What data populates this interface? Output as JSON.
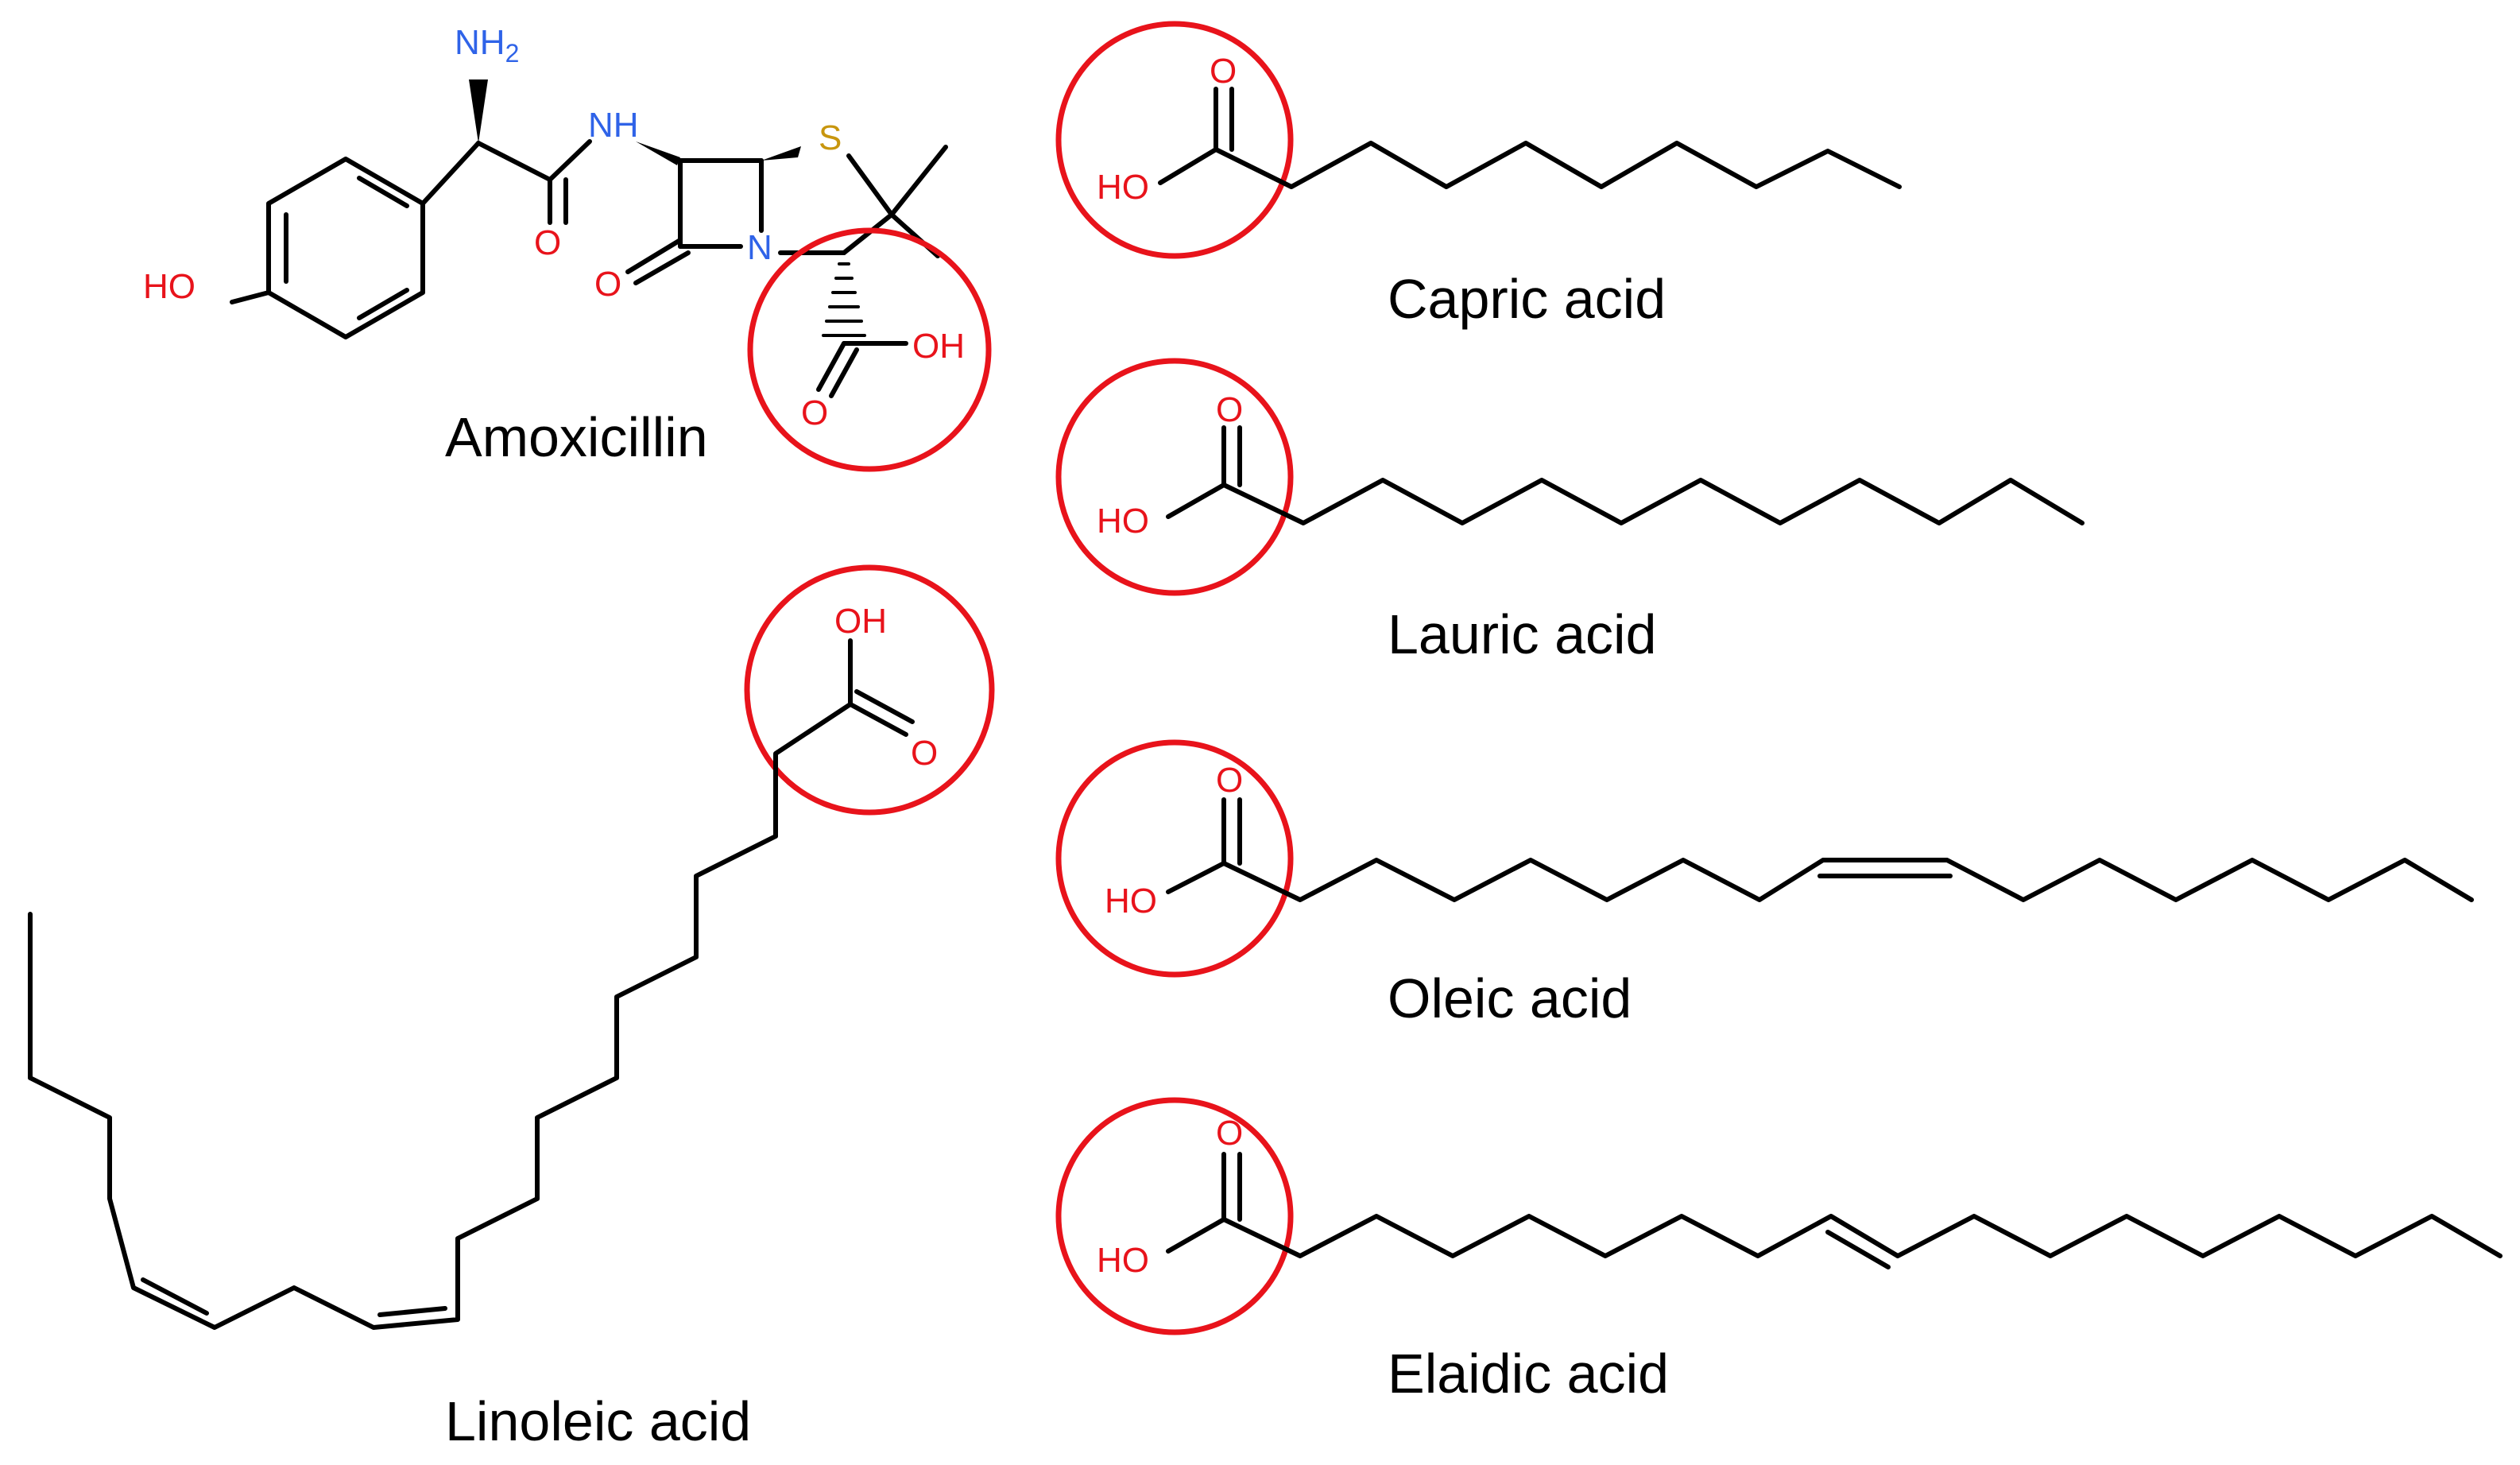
{
  "compounds": {
    "amoxicillin": "Amoxicillin",
    "capric": "Capric acid",
    "lauric": "Lauric acid",
    "linoleic": "Linoleic acid",
    "oleic": "Oleic acid",
    "elaidic": "Elaidic acid"
  },
  "atoms": {
    "oxygen": "O",
    "hydroxyl": "HO",
    "hydroxyl_right": "OH",
    "nitrogen": "N",
    "sulfur": "S",
    "amine_h": "H",
    "amine_n": "NH",
    "amine_sub": "2",
    "hydrogen": "H"
  },
  "colors": {
    "highlight_ring": "#e8131b",
    "oxygen": "#e8131b",
    "nitrogen": "#2f63e8",
    "sulfur": "#c8960e",
    "bond": "#000000"
  },
  "highlight": "carboxyl (COOH) group circled in red on each structure"
}
